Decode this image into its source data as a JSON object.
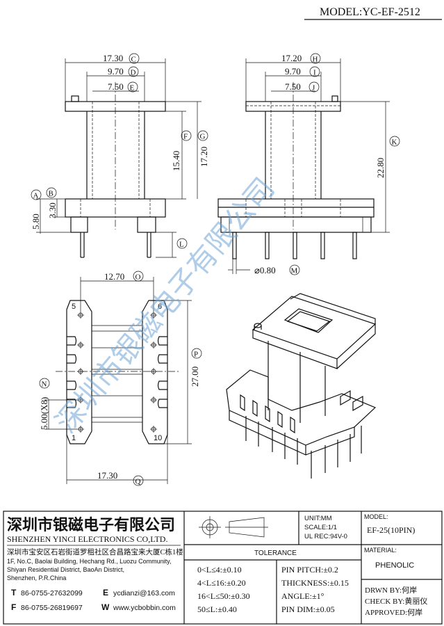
{
  "model_header": "MODEL:YC-EF-2512",
  "front_view": {
    "dim_c": "17.30",
    "mark_c": "C",
    "dim_d": "9.70",
    "mark_d": "D",
    "dim_e": "7.50",
    "mark_e": "E",
    "dim_f": "15.40",
    "mark_f": "F",
    "dim_g": "17.20",
    "mark_g": "G",
    "dim_a": "5.80",
    "mark_a": "A",
    "dim_b": "3.30",
    "mark_b": "B",
    "mark_l": "L"
  },
  "side_view": {
    "dim_h": "17.20",
    "mark_h": "H",
    "dim_i": "9.70",
    "mark_i": "I",
    "dim_j": "7.50",
    "mark_j": "J",
    "dim_k": "22.80",
    "mark_k": "K",
    "dim_m": "⌀0.80",
    "mark_m": "M"
  },
  "bottom_view": {
    "dim_o": "12.70",
    "mark_o": "O",
    "dim_p": "27.00",
    "mark_p": "P",
    "dim_q": "17.30",
    "mark_q": "Q",
    "dim_n": "5.00(X8)",
    "mark_n": "N",
    "pin_5": "5",
    "pin_6": "6",
    "pin_1": "1",
    "pin_10": "10"
  },
  "watermark": "深圳市银磁电子有限公司",
  "title_block": {
    "company_cn": "深圳市银磁电子有限公司",
    "company_en": "SHENZHEN YINCI ELECTRONICS CO,LTD.",
    "address_cn": "深圳市宝安区石岩街道罗租社区合昌路宝来大厦C栋1楼",
    "address_en_1": "1F, No.C, Baolai Building, Hechang Rd., Luozu Community,",
    "address_en_2": "Shiyan Residential District, BaoAn District,",
    "address_en_3": "Shenzhen, P.R.China",
    "tel_label": "T",
    "tel": "86-0755-27632099",
    "fax_label": "F",
    "fax": "86-0755-26819697",
    "email_label": "E",
    "email": "ycdianzi@163.com",
    "web_label": "W",
    "web": "www.ycbobbin.com",
    "unit": "UNIT:MM",
    "scale": "SCALE:1/1",
    "ul_rec": "UL REC:94V-0",
    "model_label": "MODEL:",
    "model_value": "EF-25(10PIN)",
    "material_label": "MATERIAL:",
    "material_value": "PHENOLIC",
    "tolerance_title": "TOLERANCE",
    "tol_1": "0<L≤4:±0.10",
    "tol_2": "4<L≤16:±0.20",
    "tol_3": "16<L≤50:±0.30",
    "tol_4": "50≤L:±0.40",
    "pin_pitch": "PIN PITCH:±0.2",
    "thickness": "THICKNESS:±0.15",
    "angle": "ANGLE:±1°",
    "pin_dim": "PIN DIM:±0.05",
    "drawn_by": "DRWN BY:何岸",
    "check_by": "CHECK BY:黄丽仪",
    "approved": "APPROVED:何岸"
  }
}
